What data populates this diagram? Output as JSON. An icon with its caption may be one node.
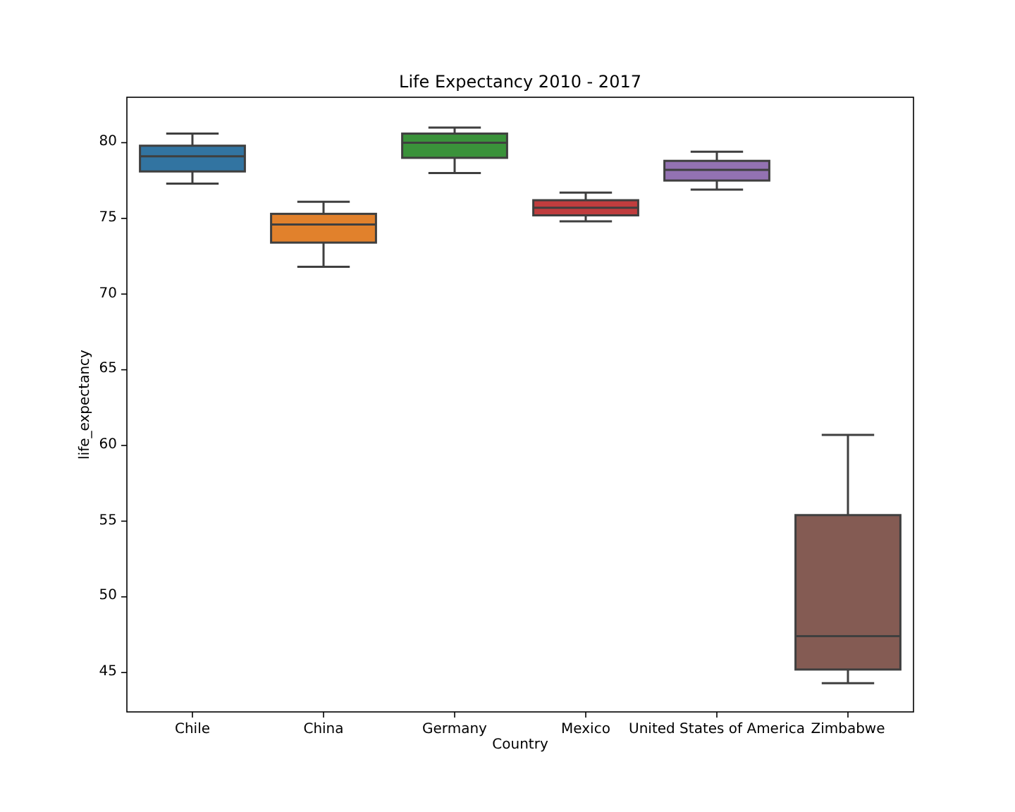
{
  "diagram": {
    "title": "Life Expectancy 2010 - 2017",
    "labels": [
      "80",
      "75",
      "70",
      "65",
      "60",
      "55",
      "50",
      "45",
      "life_expectancy",
      "Chile",
      "China",
      "Germany",
      "Mexico",
      "United States of America",
      "Zimbabwe",
      "Country"
    ]
  }
}
